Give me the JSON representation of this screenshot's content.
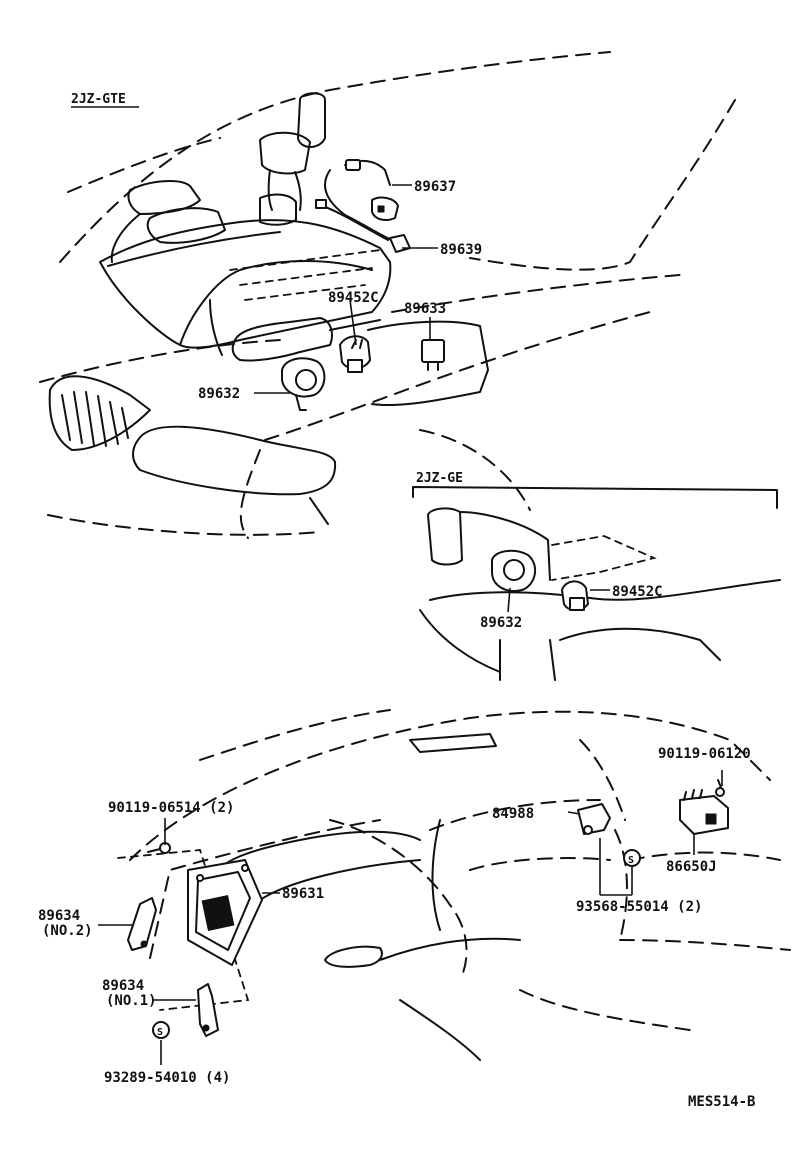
{
  "engine_labels": {
    "gte": "2JZ-GTE",
    "ge": "2JZ-GE"
  },
  "labels": {
    "p89637": "89637",
    "p89639": "89639",
    "p89452c_gte": "89452C",
    "p89633": "89633",
    "p89632_gte": "89632",
    "p89452c_ge": "89452C",
    "p89632_ge": "89632",
    "p90119_06120": "90119-06120",
    "p84988": "84988",
    "p86650j": "86650J",
    "p93568": "93568-55014 (2)",
    "p90119_06514": "90119-06514 (2)",
    "p89631": "89631",
    "p89634_no2_a": "89634",
    "p89634_no2_b": "(NO.2)",
    "p89634_no1_a": "89634",
    "p89634_no1_b": "(NO.1)",
    "p93289": "93289-54010 (4)"
  },
  "reference_code": "MES514-B"
}
